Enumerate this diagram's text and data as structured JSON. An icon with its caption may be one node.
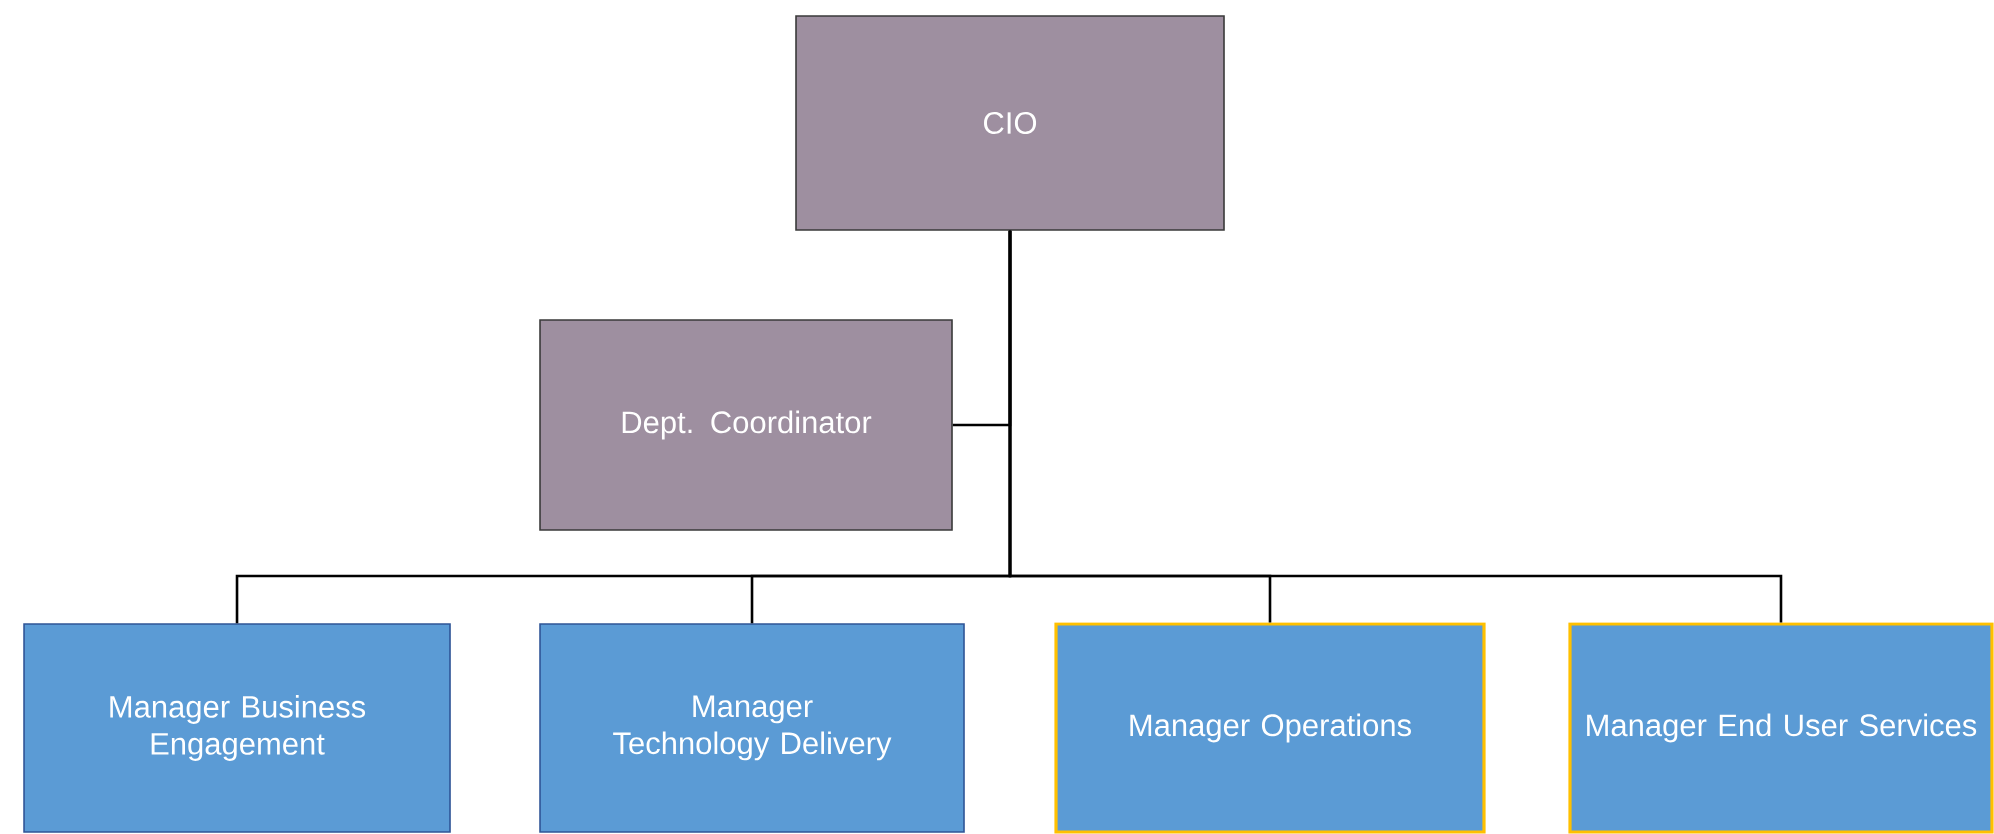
{
  "diagram": {
    "nodes": [
      {
        "text": [
          "CIO"
        ]
      },
      {
        "text": [
          "Dept. Coordinator"
        ]
      },
      {
        "text": [
          "Manager Business Engagement"
        ]
      },
      {
        "text": [
          "Manager Technology Delivery"
        ]
      },
      {
        "text": [
          "Manager Operations"
        ]
      },
      {
        "text": [
          "Manager End User Services"
        ]
      }
    ],
    "edges": [
      {
        "from": 0,
        "to": 1,
        "arrow": "none"
      },
      {
        "from": 0,
        "to": 2,
        "arrow": "none"
      },
      {
        "from": 0,
        "to": 3,
        "arrow": "none"
      },
      {
        "from": 0,
        "to": 4,
        "arrow": "none"
      },
      {
        "from": 0,
        "to": 5,
        "arrow": "none"
      }
    ]
  }
}
